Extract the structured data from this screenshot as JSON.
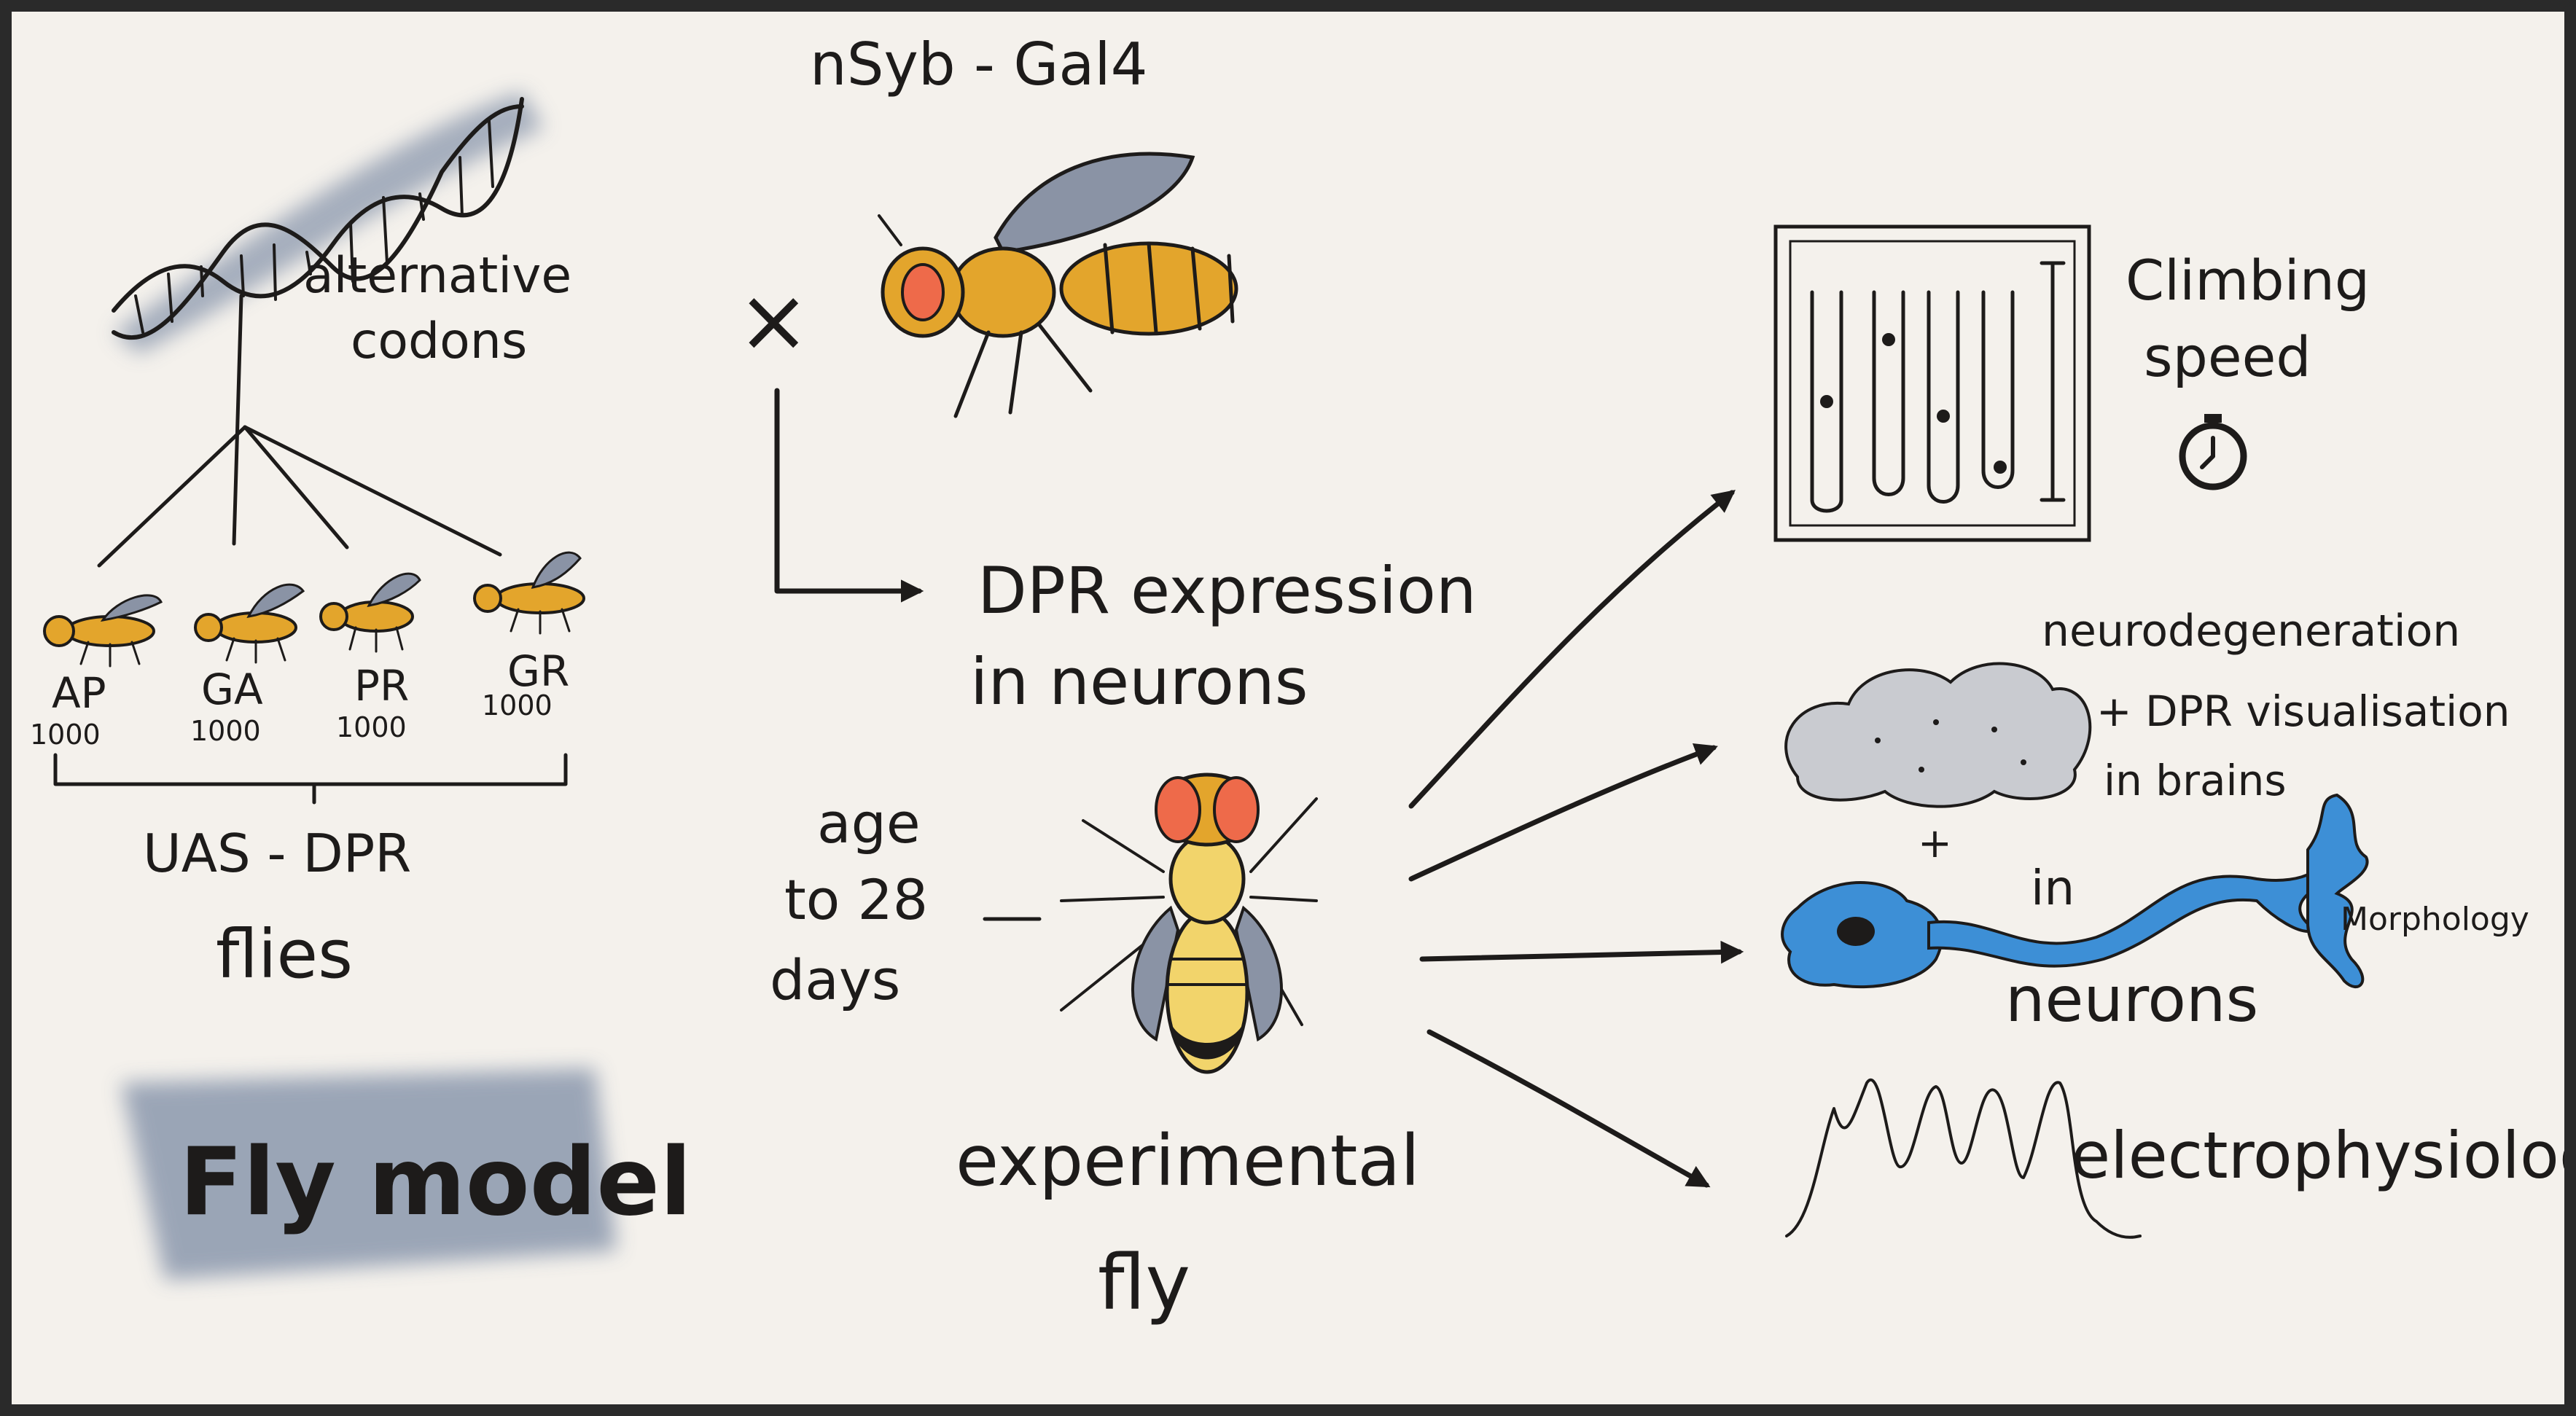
{
  "labels": {
    "alternative_codons": [
      "alternative",
      "codons"
    ],
    "codon_variants": [
      {
        "name": "AP",
        "count": "1000"
      },
      {
        "name": "GA",
        "count": "1000"
      },
      {
        "name": "PR",
        "count": "1000"
      },
      {
        "name": "GR",
        "count": "1000"
      }
    ],
    "uas_dpr_flies": [
      "UAS - DPR",
      "flies"
    ],
    "fly_model": "Fly model",
    "driver": "nSyb - Gal4",
    "cross_symbol": "×",
    "dpr_expression": [
      "DPR expression",
      "in neurons"
    ],
    "age": [
      "age",
      "to 28",
      "days"
    ],
    "experimental_fly": [
      "experimental",
      "fly"
    ],
    "climbing_speed": [
      "Climbing",
      "speed"
    ],
    "neurodegeneration": [
      "neurodegeneration",
      "+ DPR visualisation",
      "in brains"
    ],
    "plus": "+",
    "morphology": "Morphology",
    "in_neurons": [
      "in",
      "neurons"
    ],
    "electrophysiology": "electrophysiology"
  },
  "colors": {
    "paper": "#f4f1ec",
    "ink": "#1d1b1a",
    "fly_body": "#e3a52c",
    "fly_eye": "#ee6a4a",
    "wing": "#8a93a5",
    "neuron": "#3d8fd6",
    "cloud": "#c9cbd0",
    "watercolor_wash": "#8b98ad"
  },
  "icons": [
    "dna-icon",
    "fly-icon",
    "climbing-vials-icon",
    "stopwatch-icon",
    "brain-cloud-icon",
    "neuron-icon",
    "spike-trace-icon",
    "arrow-icon"
  ]
}
